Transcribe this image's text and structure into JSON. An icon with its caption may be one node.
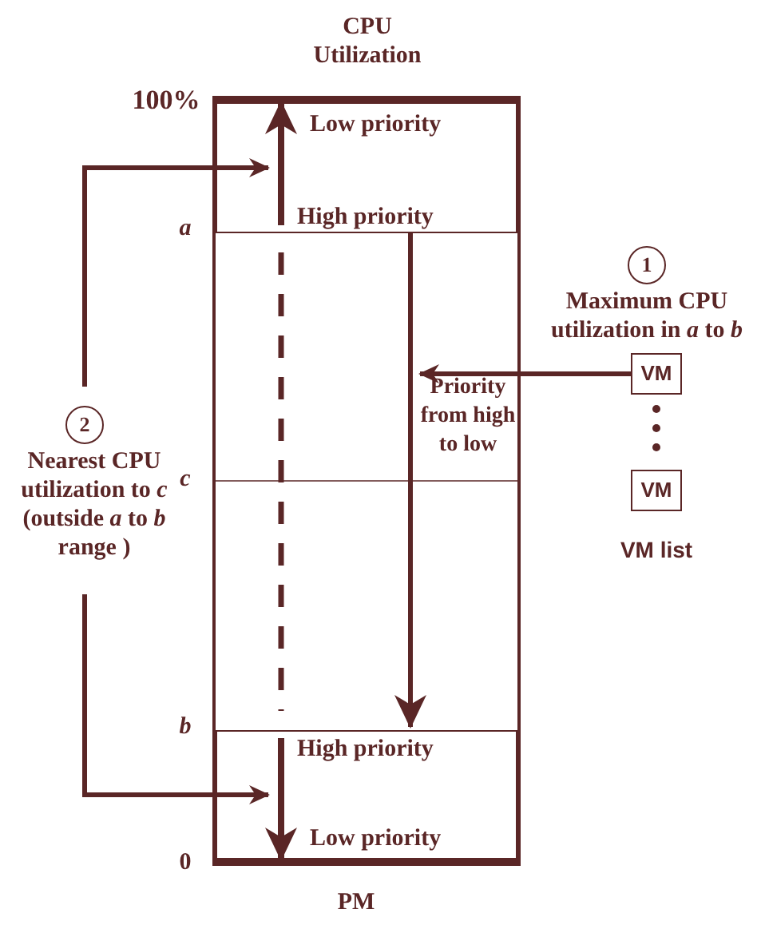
{
  "diagram": {
    "nodes": [
      {
        "text": [],
        "shape": "box",
        "beside": [
          "PM"
        ]
      },
      {
        "text": [
          "Low priority",
          "High priority"
        ],
        "in": 0
      },
      {
        "text": [
          "High priority",
          "Low priority"
        ],
        "in": 0
      },
      {
        "text": [
          "1"
        ],
        "beside": [
          "Maximum CPU utilization in *a* to *b*"
        ]
      },
      {
        "text": [
          "2"
        ],
        "beside": [
          "Nearest CPU utilization to *c* (outside *a* to *b* range )"
        ]
      },
      {
        "text": [
          "VM"
        ]
      },
      {
        "text": [
          "VM"
        ]
      }
    ],
    "edges": [
      {
        "from": 5,
        "to": null,
        "arrow": "to"
      },
      {
        "from": 4,
        "to": 1,
        "arrow": "to"
      },
      {
        "from": 4,
        "to": 2,
        "arrow": "to"
      },
      {
        "from": 1,
        "to": 2,
        "arrow": "to",
        "label": "Priority from high to low"
      }
    ],
    "labels": [
      "CPU Utilization",
      "100%",
      "a",
      "c",
      "b",
      "0",
      "VM list"
    ]
  }
}
